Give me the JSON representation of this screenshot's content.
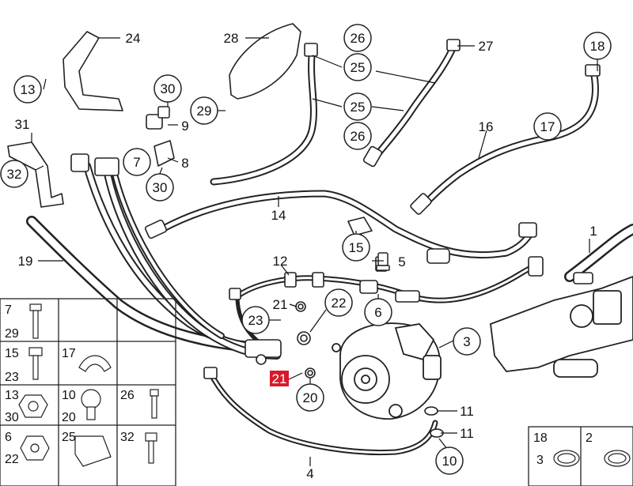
{
  "highlight": {
    "label": "21",
    "color": "#d8192b"
  },
  "callouts": {
    "c24": "24",
    "c28": "28",
    "c26a": "26",
    "c27": "27",
    "c18": "18",
    "c25a": "25",
    "c25b": "25",
    "c26b": "26",
    "c13": "13",
    "c30a": "30",
    "c29": "29",
    "c9": "9",
    "c7": "7",
    "c8": "8",
    "c30b": "30",
    "c16": "16",
    "c17": "17",
    "c31": "31",
    "c32": "32",
    "c14": "14",
    "c15": "15",
    "c1": "1",
    "c19": "19",
    "c12": "12",
    "c5": "5",
    "c21a": "21",
    "c22": "22",
    "c6": "6",
    "c23": "23",
    "c3": "3",
    "c21b": "21",
    "c20": "20",
    "c11a": "11",
    "c11b": "11",
    "c10": "10",
    "c4": "4"
  },
  "legend": {
    "cells": [
      {
        "a": "7",
        "b": "29"
      },
      {
        "a": "15",
        "b": "23"
      },
      {
        "a": "17",
        "b": ""
      },
      {
        "a": "13",
        "b": "30"
      },
      {
        "a": "10",
        "b": "20"
      },
      {
        "a": "26",
        "b": ""
      },
      {
        "a": "6",
        "b": "22"
      },
      {
        "a": "25",
        "b": ""
      },
      {
        "a": "32",
        "b": ""
      }
    ],
    "right": [
      {
        "a": "18",
        "b": "3"
      },
      {
        "a": "2",
        "b": ""
      }
    ]
  }
}
